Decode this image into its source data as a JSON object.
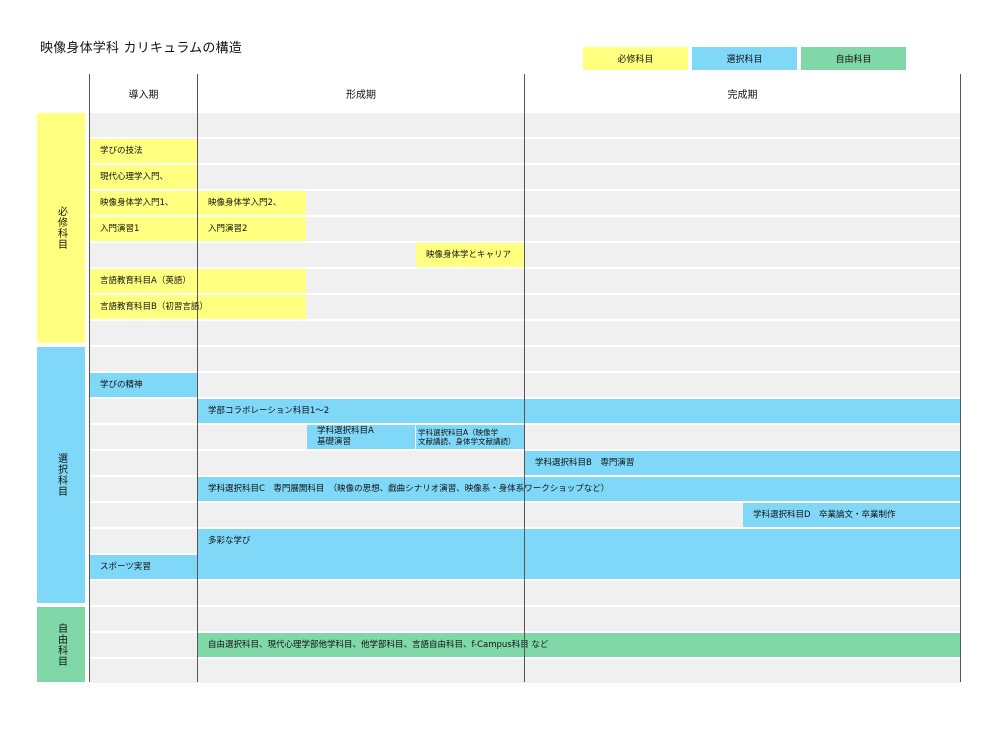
{
  "title": "映像身体学科 カリキュラムの構造",
  "legend": {
    "required": "必修科目",
    "elective": "選択科目",
    "free": "自由科目"
  },
  "columns": {
    "intro": "導入期",
    "formation": "形成期",
    "completion": "完成期"
  },
  "categories": {
    "required": "必修科目",
    "elective": "選択科目",
    "free": "自由科目"
  },
  "courses": {
    "manabi_gihou": "学びの技法",
    "gendai_shinri": "現代心理学入門、",
    "eizou_nyumon1": "映像身体学入門1、",
    "eizou_nyumon2": "映像身体学入門2、",
    "nyumon_enshu1": "入門演習1",
    "nyumon_enshu2": "入門演習2",
    "career": "映像身体学とキャリア",
    "gengo_a": "言語教育科目A（英語）",
    "gengo_b": "言語教育科目B（初習言語）",
    "manabi_seishin": "学びの精神",
    "collab": "学部コラボレーション科目1～2",
    "sentaku_a_l1": "学科選択科目A",
    "sentaku_a_l2": "基礎演習",
    "sentaku_a2_l1": "学科選択科目A（映像学",
    "sentaku_a2_l2": "文献講読、身体学文献講読）",
    "sentaku_b": "学科選択科目B　専門演習",
    "sentaku_c": "学科選択科目C　専門展開科目　（映像の思想、戯曲シナリオ演習、映像系・身体系ワークショップなど）",
    "sentaku_d": "学科選択科目D　卒業論文・卒業制作",
    "tasai": "多彩な学び",
    "sports": "スポーツ実習",
    "jiyu": "自由選択科目、現代心理学部他学科目、他学部科目、言語自由科目、f-Campus科目 など"
  },
  "colors": {
    "required": "#ffff80",
    "elective": "#80d8f8",
    "free": "#80d8a8",
    "row_bg": "#f0f0f0"
  }
}
